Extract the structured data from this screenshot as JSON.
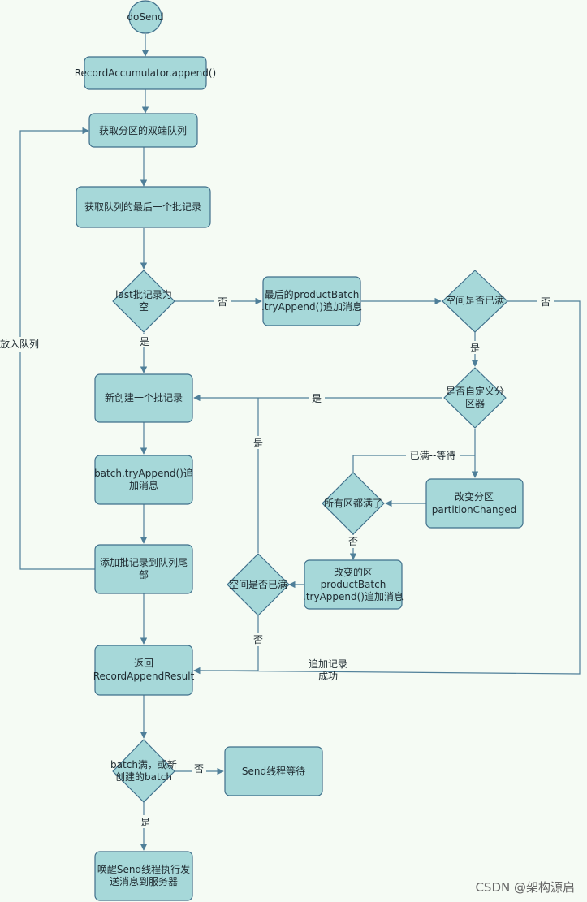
{
  "nodes": {
    "start": "doSend",
    "append": "RecordAccumulator.append()",
    "get_deque": "获取分区的双端队列",
    "get_last_batch": "获取队列的最后一个批记录",
    "last_empty": [
      "last批记录为",
      "空"
    ],
    "try_append_last": [
      "最后的productBatch",
      ".tryAppend()追加消息"
    ],
    "space_full_1": "空间是否已满",
    "custom_partitioner": [
      "是否自定义分",
      "区器"
    ],
    "new_batch": "新创建一个批记录",
    "batch_try_append": [
      "batch.tryAppend()追",
      "加消息"
    ],
    "change_partition": [
      "改变分区",
      "partitionChanged"
    ],
    "all_full": "所有区都满了",
    "add_to_tail": [
      "添加批记录到队列尾",
      "部"
    ],
    "changed_try_append": [
      "改变的区",
      "productBatch",
      ".tryAppend()追加消息"
    ],
    "space_full_2": "空间是否已满",
    "return_result": [
      "返回",
      "RecordAppendResult"
    ],
    "batch_full": [
      "batch满，或新",
      "创建的batch"
    ],
    "sender_wait": "Send线程等待",
    "wake_sender": [
      "唤醒Send线程执行发",
      "送消息到服务器"
    ]
  },
  "edge_labels": {
    "enqueue": "放入队列",
    "no_1": "否",
    "yes_1": "是",
    "no_2": "否",
    "yes_2": "是",
    "yes_3": "是",
    "yes_4": "是",
    "full_wait": "已满--等待",
    "no_3": "否",
    "no_4": "否",
    "append_success": [
      "追加记录",
      "成功"
    ],
    "no_5": "否",
    "yes_5": "是"
  },
  "watermark": "CSDN @架构源启",
  "colors": {
    "node_fill": "#a6d8d9",
    "node_stroke": "#3f6f8a",
    "edge": "#4f7f99",
    "background": "#f5fbf4"
  }
}
